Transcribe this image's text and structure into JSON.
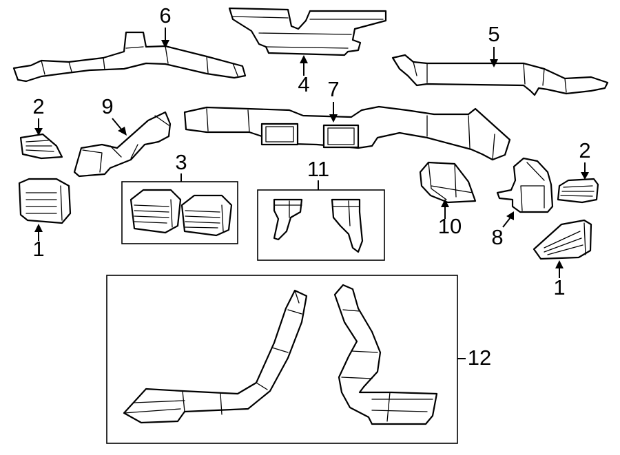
{
  "title": "",
  "callouts": {
    "c1_left": "1",
    "c1_right": "1",
    "c2_left": "2",
    "c2_right": "2",
    "c3": "3",
    "c4": "4",
    "c5": "5",
    "c6": "6",
    "c7": "7",
    "c8": "8",
    "c9": "9",
    "c10": "10",
    "c11": "11",
    "c12": "12"
  }
}
